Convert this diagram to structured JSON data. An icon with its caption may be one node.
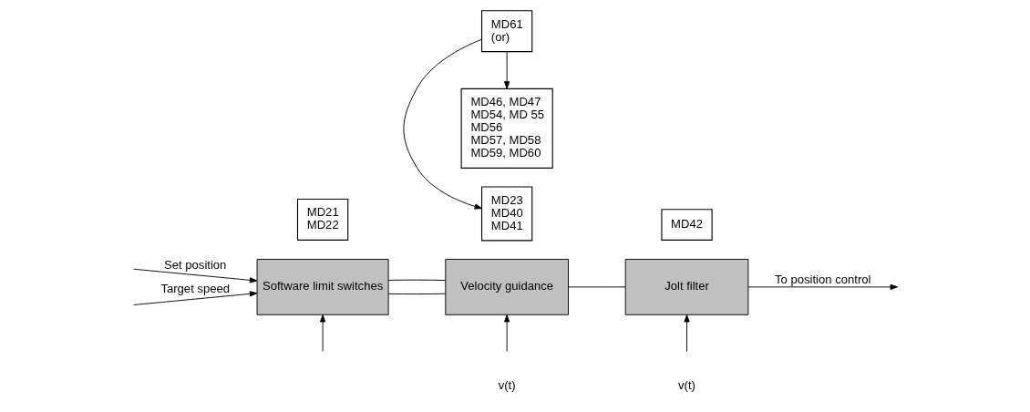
{
  "diagram": {
    "nodes": [
      {
        "text": [
          "Software limit switches"
        ]
      },
      {
        "text": [
          "Velocity guidance"
        ]
      },
      {
        "text": [
          "Jolt filter"
        ]
      },
      {
        "text": [
          "MD21 MD22"
        ]
      },
      {
        "text": [
          "MD23 MD40 MD41"
        ]
      },
      {
        "text": [
          "MD46, MD47 MD54, MD 55 MD56 MD57, MD58 MD59, MD60"
        ]
      },
      {
        "text": [
          "MD42"
        ]
      },
      {
        "text": [
          "MD61 (or)"
        ]
      }
    ],
    "edges": [
      {
        "from": null,
        "to": 0,
        "arrow": "to",
        "label": "Set position"
      },
      {
        "from": null,
        "to": 0,
        "arrow": "to",
        "label": "Target speed"
      },
      {
        "from": 0,
        "to": 1,
        "arrow": "none"
      },
      {
        "from": 0,
        "to": 1,
        "arrow": "none"
      },
      {
        "from": 1,
        "to": 2,
        "arrow": "none"
      },
      {
        "from": 2,
        "to": null,
        "arrow": "to",
        "label": "To position control"
      },
      {
        "from": null,
        "to": 0,
        "arrow": "to"
      },
      {
        "from": null,
        "to": 1,
        "arrow": "to"
      },
      {
        "from": null,
        "to": 2,
        "arrow": "to"
      },
      {
        "from": 7,
        "to": 4,
        "arrow": "to"
      },
      {
        "from": 7,
        "to": 5,
        "arrow": "to"
      }
    ],
    "labels": [
      "v(t)",
      "v(t)"
    ]
  }
}
